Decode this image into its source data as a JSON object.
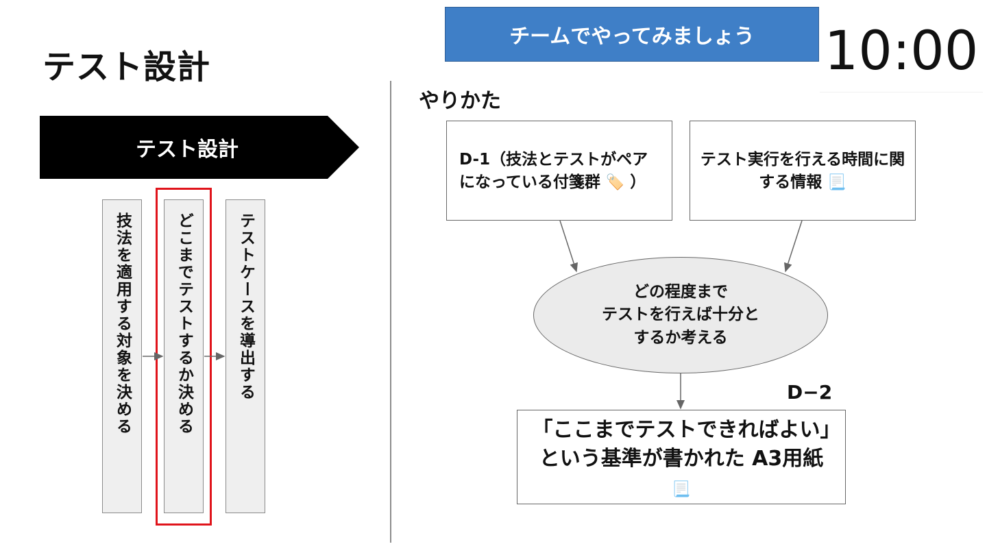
{
  "slide": {
    "title": "テスト設計",
    "banner": "チームでやってみましょう",
    "timer": "10:00"
  },
  "process": {
    "header": "テスト設計",
    "steps": [
      {
        "label": "技法を適用する対象を決める"
      },
      {
        "label": "どこまでテストするか決める"
      },
      {
        "label": "テストケースを導出する"
      }
    ]
  },
  "method": {
    "heading": "やりかた",
    "input1": {
      "text": "D-1（技法とテストがペアになっている付箋群",
      "icon": "label-icon",
      "glyph": "🏷️",
      "suffix": "）"
    },
    "input2": {
      "text": "テスト実行を行える時間に関する情報",
      "icon": "document-icon",
      "glyph": "📃"
    },
    "task": {
      "lines": [
        "どの程度まで",
        "テストを行えば十分と",
        "するか考える"
      ]
    },
    "output_id": "D−2",
    "output": {
      "text": "「ここまでテストできればよい」という基準が書かれた A3用紙",
      "icon": "document-icon",
      "glyph": "📃"
    }
  },
  "colors": {
    "banner": "#3f7fc7",
    "chevron": "#000000",
    "highlight": "#e0141b",
    "ellipse": "#ebebeb",
    "step_box": "#efefef"
  }
}
